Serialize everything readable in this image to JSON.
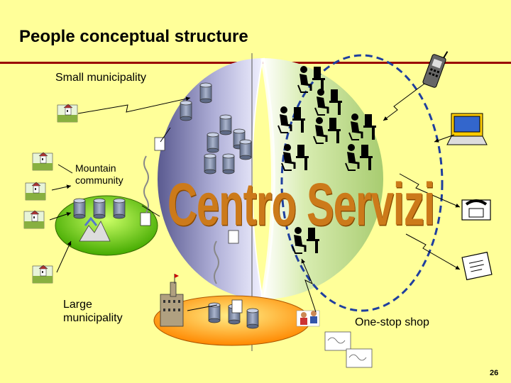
{
  "title": "People conceptual structure",
  "labels": {
    "small_municipality": "Small municipality",
    "mountain_community": "Mountain community",
    "large_municipality": "Large municipality",
    "one_stop_shop": "One-stop shop",
    "centro_servizi": "Centro Servizi"
  },
  "page_number": "26",
  "colors": {
    "background": "#ffff99",
    "title_rule": "#990000",
    "globe_left": "#8080b8",
    "globe_right": "#b8d880",
    "oval_border": "#1f3f9f",
    "centro_text": "#cc7a1a",
    "platform_green": "#66cc00",
    "platform_orange": "#ff9900",
    "database": "#8a96b0"
  },
  "icons": [
    "house-icon",
    "database-icon",
    "operator-icon",
    "mobile-phone-icon",
    "laptop-icon",
    "telephone-icon",
    "letter-icon",
    "server-icon",
    "castle-icon",
    "mountain-icon",
    "people-icon",
    "chain-link-icon",
    "lightning-link-icon"
  ]
}
